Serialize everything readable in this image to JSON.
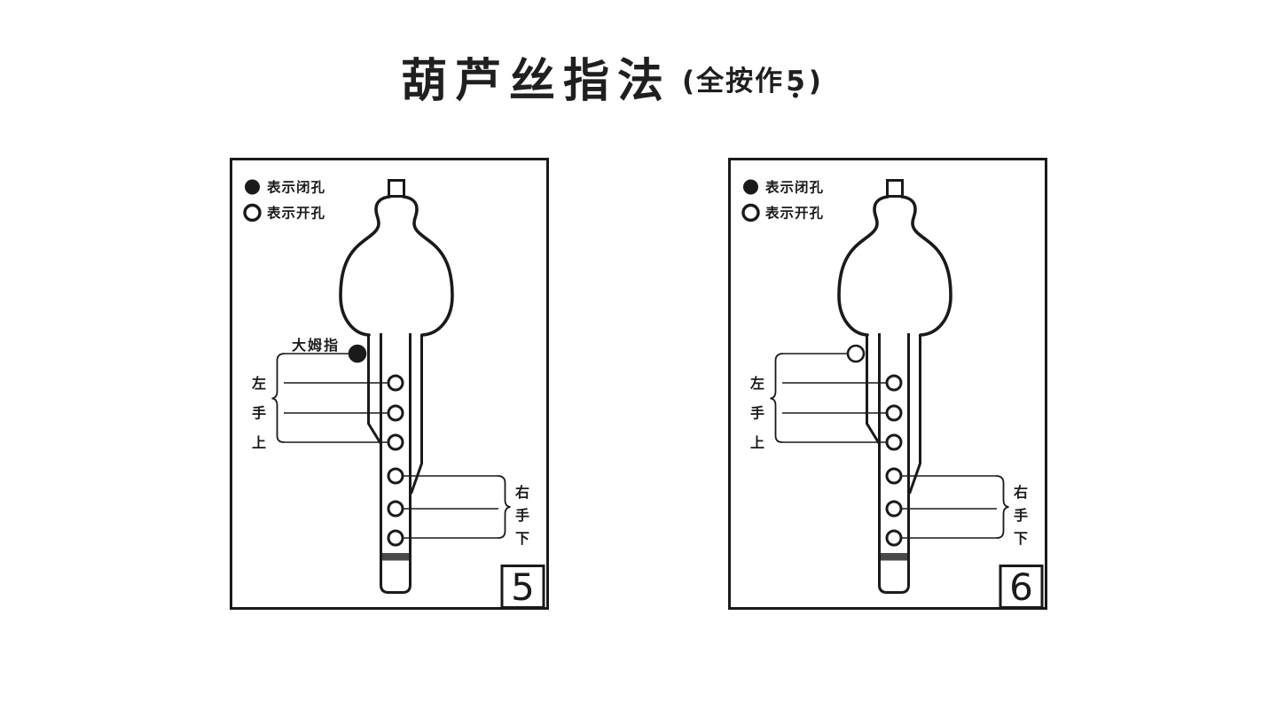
{
  "title": {
    "main": "葫芦丝指法",
    "sub_prefix": "(全按作",
    "sub_number": "5",
    "sub_suffix": ")",
    "octave_dot": "•"
  },
  "legend": {
    "closed": "表示闭孔",
    "open": "表示开孔"
  },
  "colors": {
    "ink": "#1a1a1a",
    "closed_fill": "#1a1a1a",
    "open_fill": "#ffffff",
    "band": "#4a4a4a",
    "background": "#ffffff"
  },
  "panels": [
    {
      "number": "5",
      "thumb_label": "大姆指",
      "thumb_hole": {
        "state": "closed",
        "fill": "#1a1a1a"
      },
      "holes": [
        {
          "state": "open",
          "fill": "#ffffff"
        },
        {
          "state": "open",
          "fill": "#ffffff"
        },
        {
          "state": "open",
          "fill": "#ffffff"
        },
        {
          "state": "open",
          "fill": "#ffffff"
        },
        {
          "state": "open",
          "fill": "#ffffff"
        },
        {
          "state": "open",
          "fill": "#ffffff"
        }
      ],
      "left_hand": {
        "label": "左手上",
        "chars": [
          "左",
          "手",
          "上"
        ]
      },
      "right_hand": {
        "label": "右手下",
        "chars": [
          "右",
          "手",
          "下"
        ]
      }
    },
    {
      "number": "6",
      "thumb_label": "",
      "thumb_hole": {
        "state": "open",
        "fill": "#ffffff"
      },
      "holes": [
        {
          "state": "open",
          "fill": "#ffffff"
        },
        {
          "state": "open",
          "fill": "#ffffff"
        },
        {
          "state": "open",
          "fill": "#ffffff"
        },
        {
          "state": "open",
          "fill": "#ffffff"
        },
        {
          "state": "open",
          "fill": "#ffffff"
        },
        {
          "state": "open",
          "fill": "#ffffff"
        }
      ],
      "left_hand": {
        "label": "左手上",
        "chars": [
          "左",
          "手",
          "上"
        ]
      },
      "right_hand": {
        "label": "右手下",
        "chars": [
          "右",
          "手",
          "下"
        ]
      }
    }
  ]
}
